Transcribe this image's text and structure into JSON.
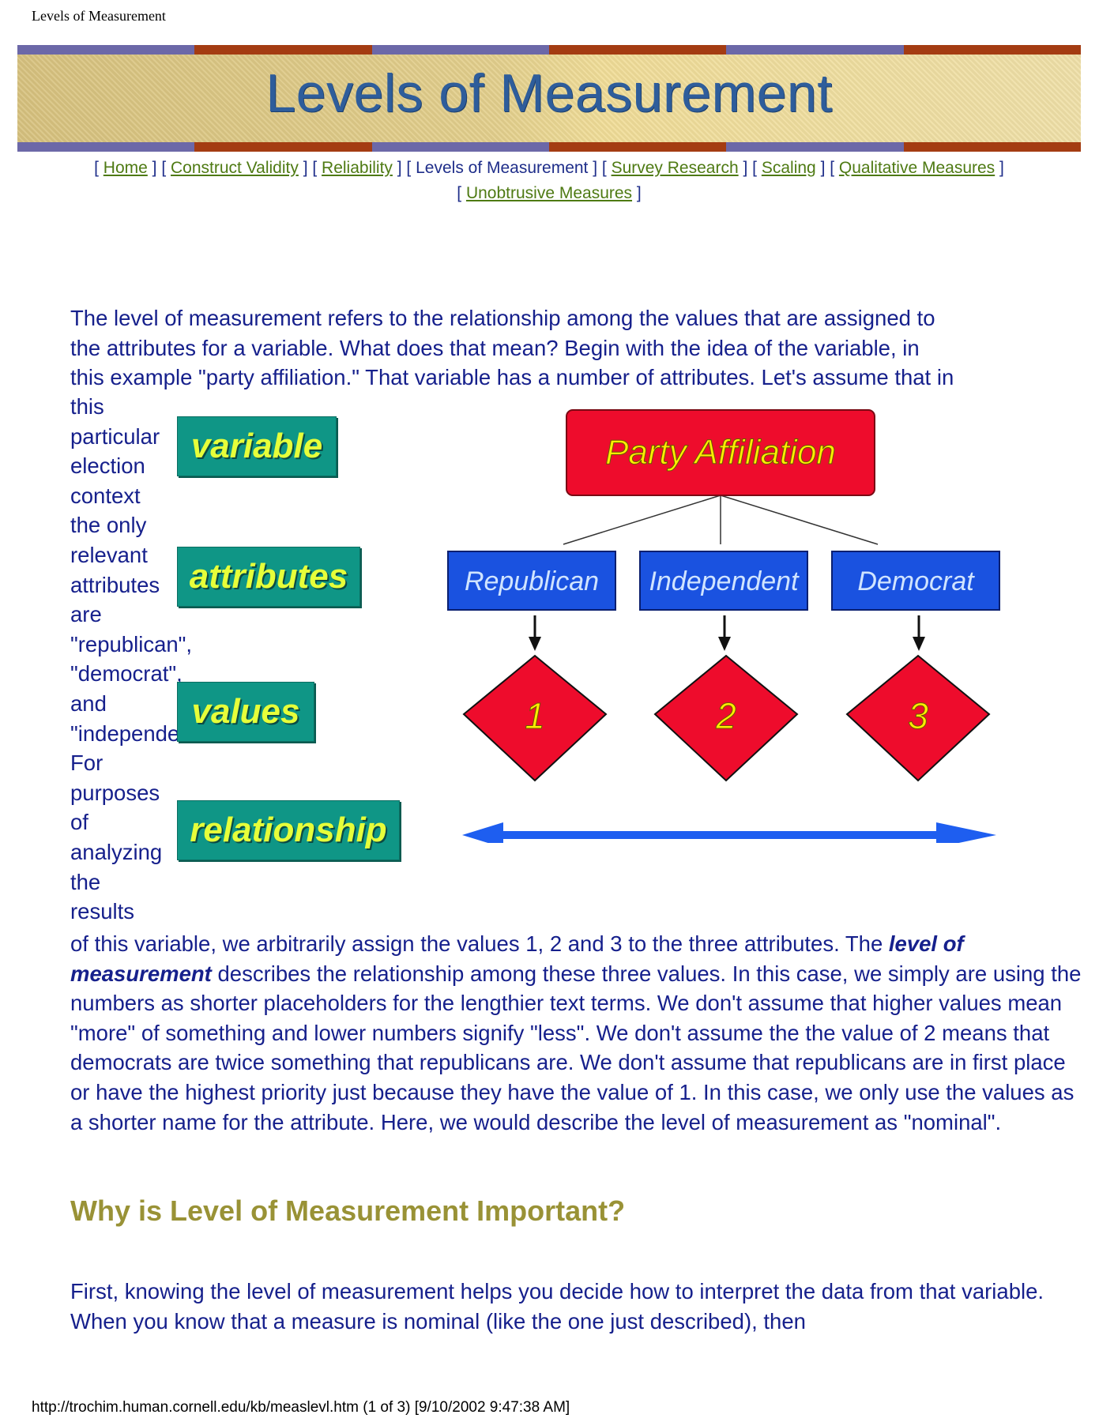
{
  "page_header": "Levels of Measurement",
  "banner": {
    "title": "Levels of Measurement",
    "stripe_colors": [
      "#6c68a8",
      "#a43c12",
      "#6c68a8",
      "#a43c12",
      "#6c68a8",
      "#a43c12"
    ]
  },
  "nav": {
    "row1": [
      {
        "label": "Home",
        "link": true
      },
      {
        "label": "Construct Validity",
        "link": true
      },
      {
        "label": "Reliability",
        "link": true
      },
      {
        "label": "Levels of Measurement",
        "link": false
      },
      {
        "label": "Survey Research",
        "link": true
      },
      {
        "label": "Scaling",
        "link": true
      },
      {
        "label": "Qualitative Measures",
        "link": true
      }
    ],
    "row2": [
      {
        "label": "Unobtrusive Measures",
        "link": true
      }
    ]
  },
  "content": {
    "intro_lines": [
      "The level of measurement refers to the relationship among the values that are assigned to",
      "the attributes for a variable. What does that mean? Begin with the idea of the variable, in",
      "this example \"party affiliation.\" That variable has a number of attributes. Let's assume that in"
    ],
    "narrow_words": [
      "this",
      "particular",
      "election",
      "context",
      "the only",
      "relevant",
      "attributes",
      "are",
      "\"republican\",",
      "\"democrat\",",
      "and",
      "\"independent\".",
      "For",
      "purposes",
      "of",
      "analyzing",
      "the",
      "results"
    ],
    "after_p1": "of this variable, we arbitrarily assign the values 1, 2 and 3 to the three attributes. The ",
    "emphasis": "level of measurement",
    "after_p2": " describes the relationship among these three values. In this case, we simply are using the numbers as shorter placeholders for the lengthier text terms. We don't assume that higher values mean \"more\" of something and lower numbers signify \"less\". We don't assume the the value of 2 means that democrats are twice something that republicans are. We don't assume that republicans are in first place or have the highest priority just because they have the value of 1. In this case, we only use the values as a shorter name for the attribute. Here, we would describe the level of measurement as \"nominal\".",
    "heading": "Why is Level of Measurement Important?",
    "last_para": "First, knowing the level of measurement helps you decide how to interpret the data from that variable. When you know that a measure is nominal (like the one just described), then"
  },
  "figure": {
    "labels": {
      "variable": "variable",
      "attributes": "attributes",
      "values": "values",
      "relationship": "relationship"
    },
    "root": "Party Affiliation",
    "attributes": [
      "Republican",
      "Independent",
      "Democrat"
    ],
    "values": [
      "1",
      "2",
      "3"
    ],
    "colors": {
      "root": "#ee0c2c",
      "attribute": "#1a52e0",
      "value": "#ee0c2c",
      "arrow": "#1e5ef0",
      "tag": "#0f9686",
      "tag_text": "#e6ff3a"
    }
  },
  "footer": "http://trochim.human.cornell.edu/kb/measlevl.htm (1 of 3) [9/10/2002 9:47:38 AM]"
}
